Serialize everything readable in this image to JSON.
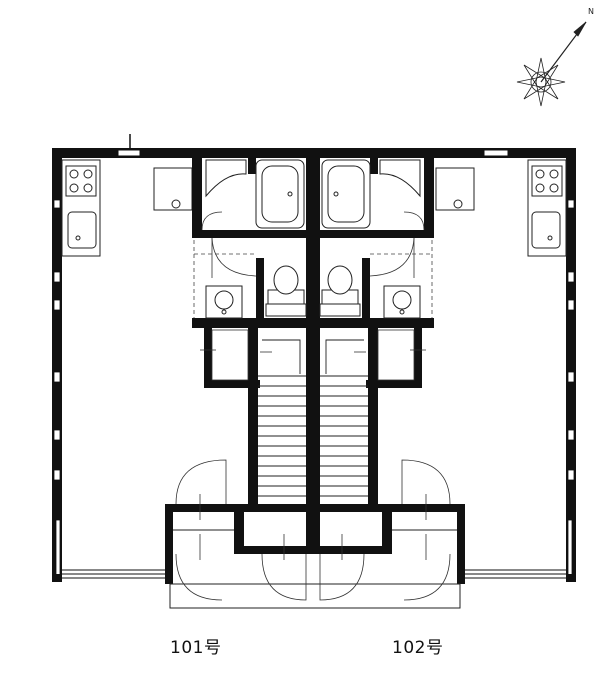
{
  "compass": {
    "north_mark": "N"
  },
  "units": [
    {
      "id": "101",
      "label": "101号"
    },
    {
      "id": "102",
      "label": "102号"
    }
  ],
  "colors": {
    "wall": "#111111",
    "line": "#333333",
    "fill": "#ffffff"
  }
}
